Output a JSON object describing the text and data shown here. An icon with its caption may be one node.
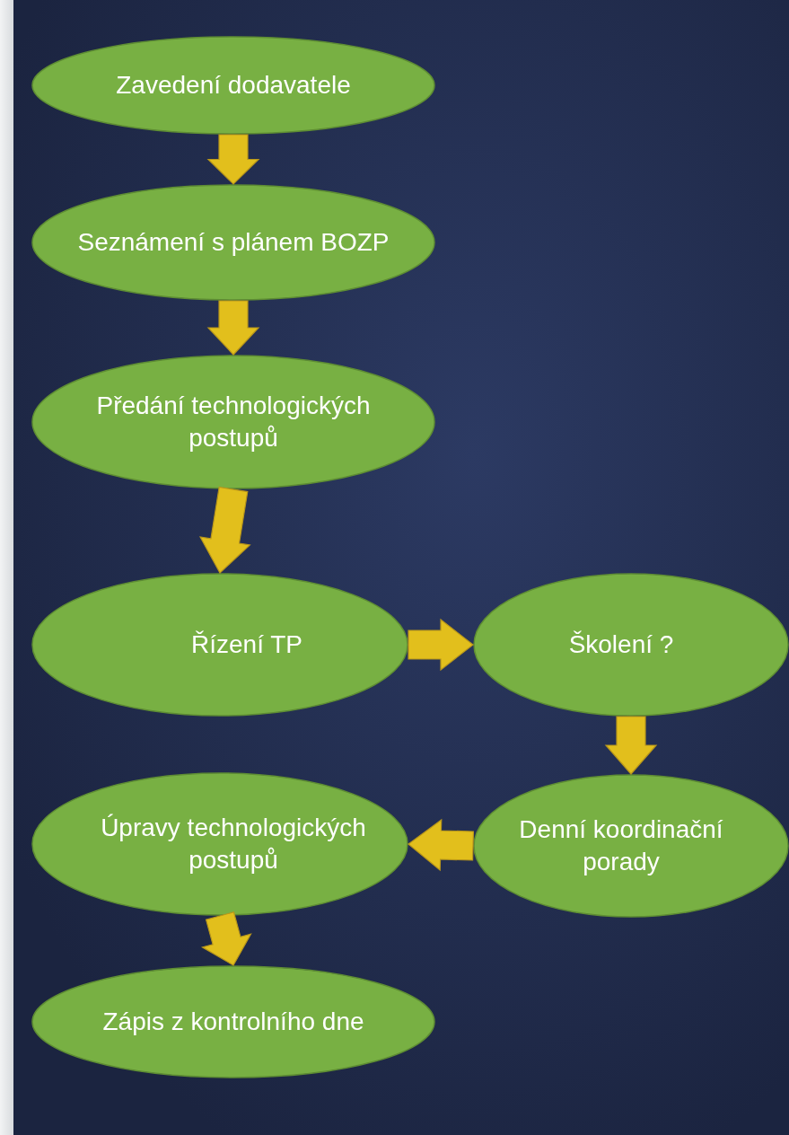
{
  "diagram": {
    "nodes": [
      {
        "text": [
          "Zavedení dodavatele"
        ]
      },
      {
        "text": [
          "Seznámení s plánem BOZP"
        ]
      },
      {
        "text": [
          "Předání technologických postupů"
        ]
      },
      {
        "text": [
          "Řízení TP"
        ]
      },
      {
        "text": [
          "Školení ?"
        ]
      },
      {
        "text": [
          "Denní koordinační porady"
        ]
      },
      {
        "text": [
          "Úpravy technologických postupů"
        ]
      },
      {
        "text": [
          "Zápis z kontrolního dne"
        ]
      }
    ],
    "edges": [
      {
        "from": 0,
        "to": 1,
        "arrow": "to"
      },
      {
        "from": 1,
        "to": 2,
        "arrow": "to"
      },
      {
        "from": 2,
        "to": 3,
        "arrow": "to"
      },
      {
        "from": 3,
        "to": 4,
        "arrow": "to"
      },
      {
        "from": 4,
        "to": 5,
        "arrow": "to"
      },
      {
        "from": 5,
        "to": 6,
        "arrow": "to"
      },
      {
        "from": 6,
        "to": 7,
        "arrow": "to"
      }
    ]
  }
}
